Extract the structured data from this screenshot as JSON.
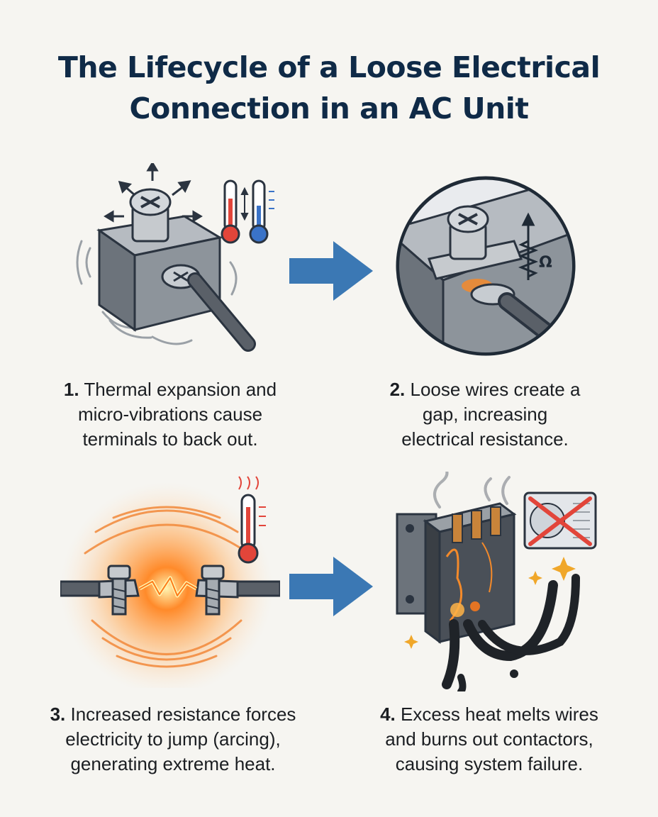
{
  "title": {
    "line1": "The Lifecycle of a Loose Electrical",
    "line2": "Connection in an AC Unit"
  },
  "steps": [
    {
      "number": "1.",
      "line1": "Thermal expansion and",
      "line2": "micro-vibrations cause",
      "line3": "terminals to back out.",
      "icons": [
        "screw-terminal-icon",
        "vibration-arrows-icon",
        "thermometer-hot-icon",
        "thermometer-cold-icon"
      ]
    },
    {
      "number": "2.",
      "line1": "Loose wires create a",
      "line2": "gap, increasing",
      "line3": "electrical resistance.",
      "icons": [
        "magnified-terminal-icon",
        "resistor-icon"
      ],
      "resistance_symbol": "Ω"
    },
    {
      "number": "3.",
      "line1": "Increased resistance forces",
      "line2": "electricity to jump (arcing),",
      "line3": "generating extreme heat.",
      "icons": [
        "arcing-spark-icon",
        "heat-thermometer-icon"
      ]
    },
    {
      "number": "4.",
      "line1": "Excess heat melts wires",
      "line2": "and burns out contactors,",
      "line3": "causing system failure.",
      "icons": [
        "burnt-contactor-icon",
        "melted-wire-icon",
        "ac-unit-failed-icon"
      ]
    }
  ],
  "colors": {
    "background": "#f6f5f1",
    "title": "#0f2a47",
    "arrow": "#3b78b4",
    "metal": "#8e949b",
    "hot": "#e2453a",
    "cold": "#3a73c8",
    "glow": "#f48a2a"
  }
}
